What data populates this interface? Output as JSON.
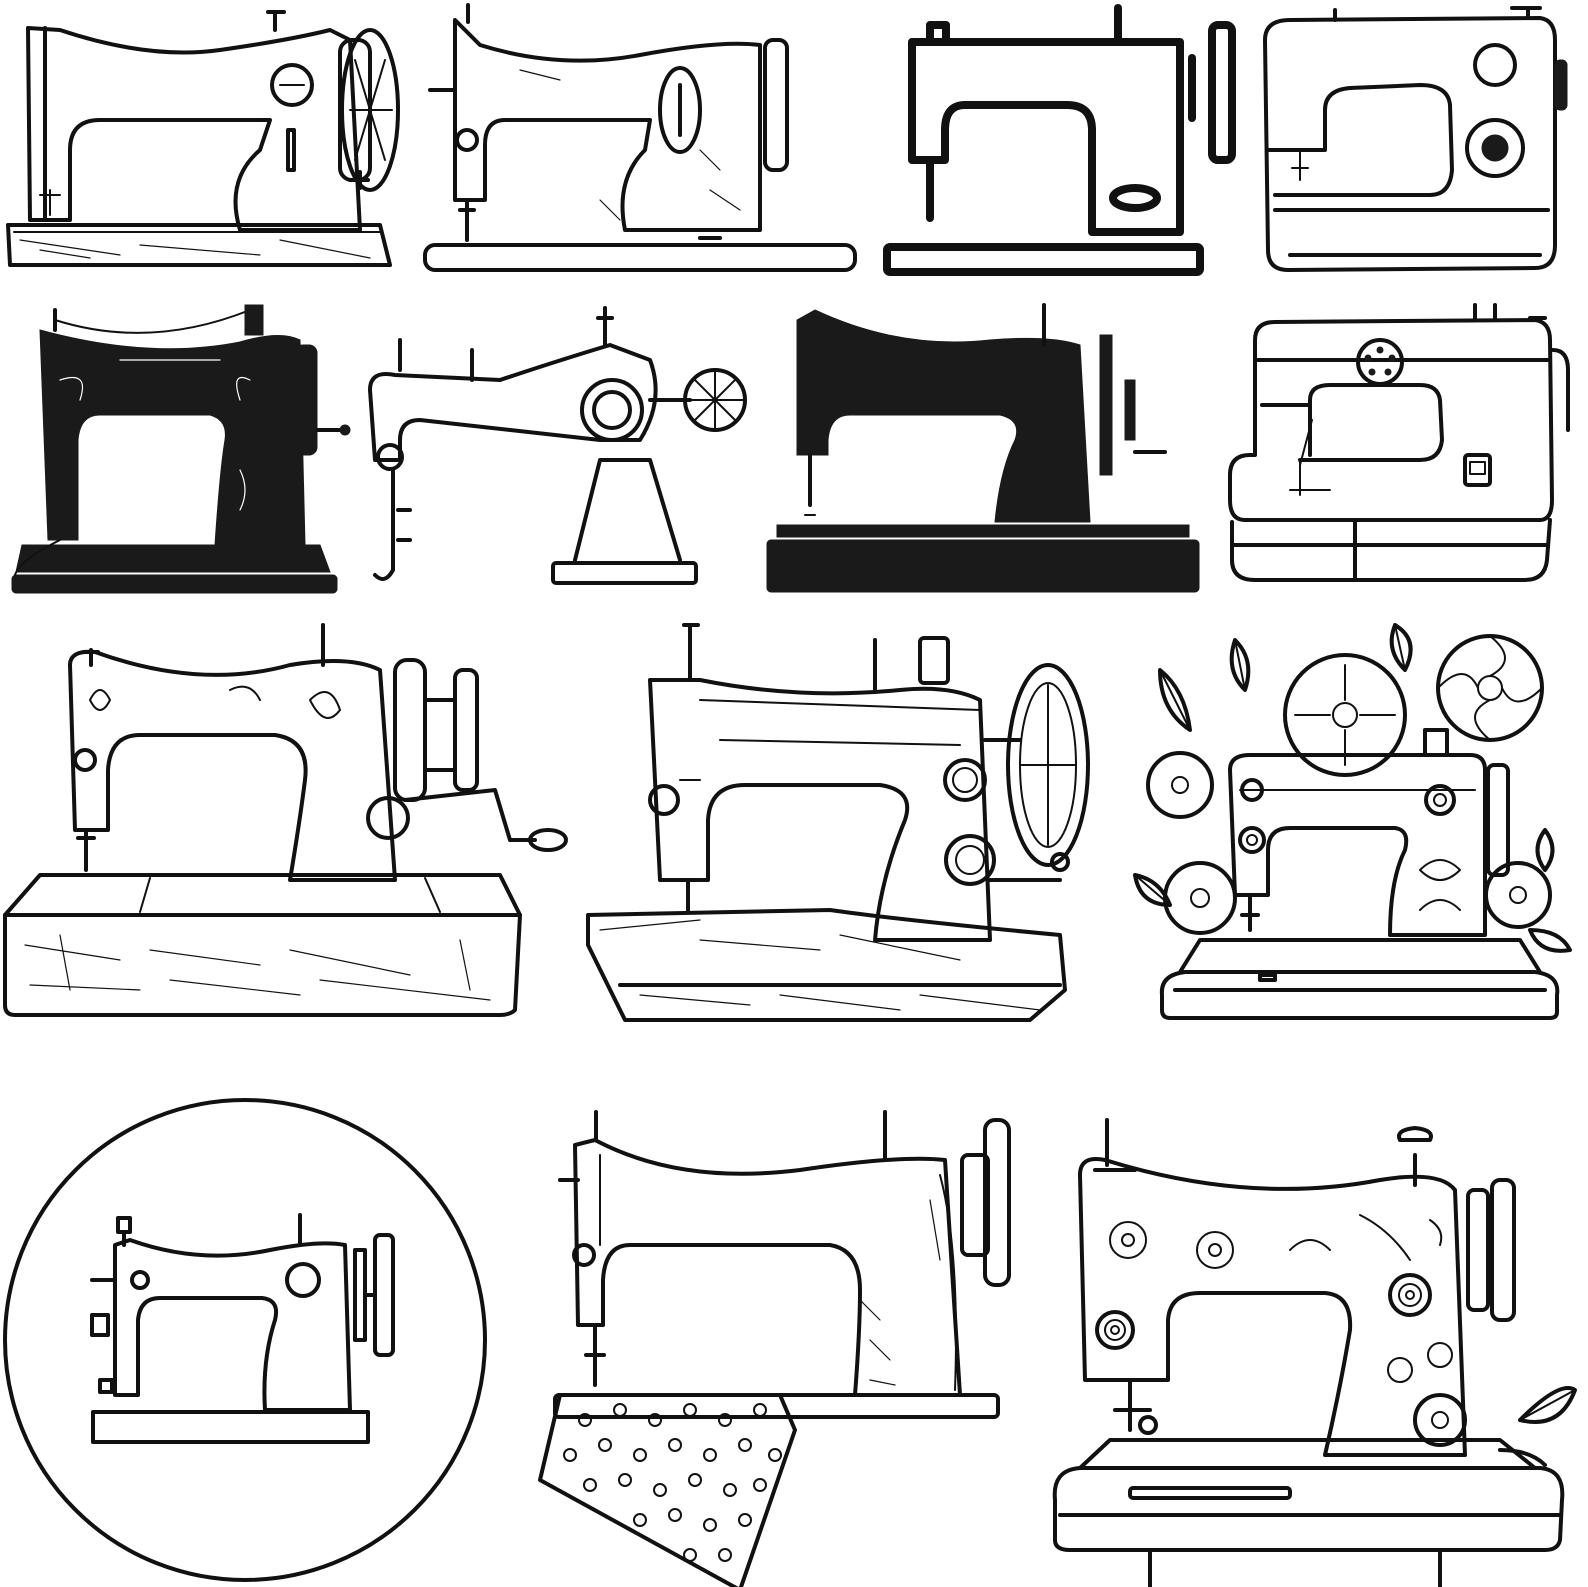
{
  "page": {
    "background": "#ffffff",
    "ink_color": "#111111"
  },
  "illustrations": [
    {
      "id": 1,
      "subject": "sewing-machine",
      "style": "sketch"
    },
    {
      "id": 2,
      "subject": "sewing-machine",
      "style": "sketch"
    },
    {
      "id": 3,
      "subject": "sewing-machine",
      "style": "bold-outline"
    },
    {
      "id": 4,
      "subject": "sewing-machine",
      "style": "modern-outline"
    },
    {
      "id": 5,
      "subject": "sewing-machine",
      "style": "black-ornate"
    },
    {
      "id": 6,
      "subject": "sewing-machine",
      "style": "outline"
    },
    {
      "id": 7,
      "subject": "sewing-machine",
      "style": "silhouette"
    },
    {
      "id": 8,
      "subject": "sewing-machine",
      "style": "modern-outline"
    },
    {
      "id": 9,
      "subject": "sewing-machine",
      "style": "engraving-wood-base"
    },
    {
      "id": 10,
      "subject": "sewing-machine",
      "style": "engraving"
    },
    {
      "id": 11,
      "subject": "sewing-machine",
      "style": "floral-outline"
    },
    {
      "id": 12,
      "subject": "sewing-machine",
      "style": "icon-in-circle"
    },
    {
      "id": 13,
      "subject": "sewing-machine",
      "style": "sketch-with-polka-dot-fabric"
    },
    {
      "id": 14,
      "subject": "sewing-machine",
      "style": "floral-decorated-outline"
    }
  ]
}
